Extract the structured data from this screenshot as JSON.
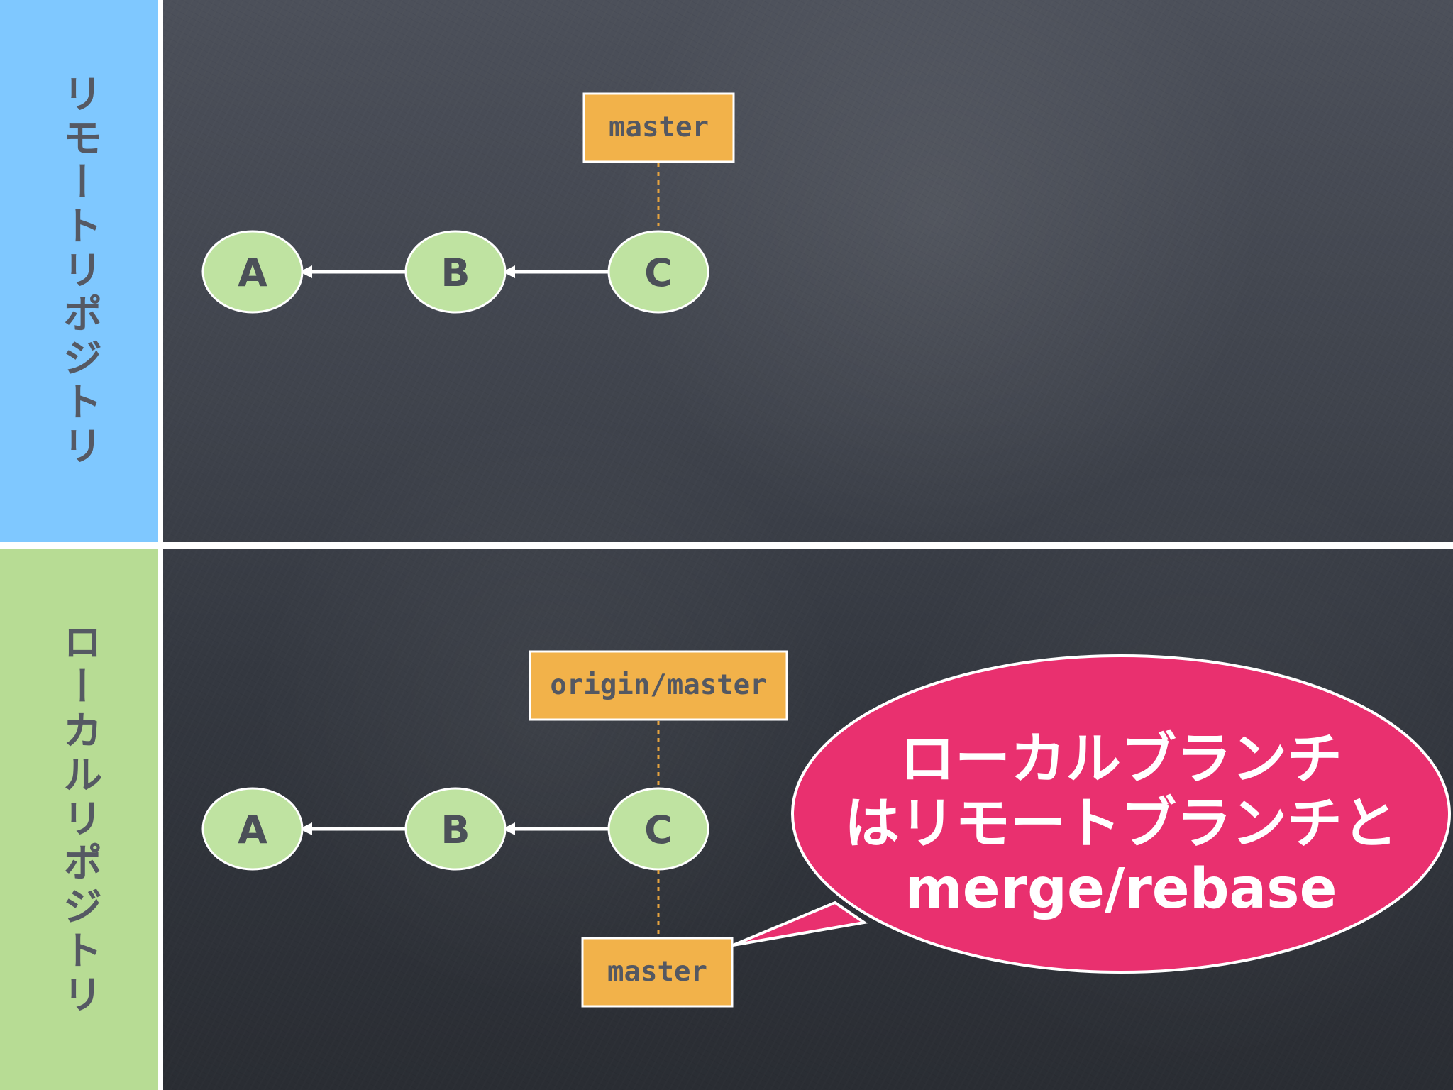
{
  "panels": {
    "remote": {
      "label": "リモートリポジトリ",
      "color": "#7fc8ff"
    },
    "local": {
      "label": "ローカルリポジトリ",
      "color": "#b7dc94"
    }
  },
  "remote_graph": {
    "commits": [
      "A",
      "B",
      "C"
    ],
    "branch_label": "master"
  },
  "local_graph": {
    "commits": [
      "A",
      "B",
      "C"
    ],
    "upper_branch_label": "origin/master",
    "lower_branch_label": "master"
  },
  "callout": {
    "lines": [
      "ローカルブランチ",
      "はリモートブランチと",
      "merge/rebase"
    ],
    "color": "#e9306f"
  },
  "colors": {
    "board": "#3f434c",
    "commit_fill": "#bfe3a1",
    "commit_text": "#4b5058",
    "branch_fill": "#f2b24a",
    "branch_text": "#545862",
    "arrow": "#ffffff",
    "dotted_link": "#e6a33e"
  }
}
